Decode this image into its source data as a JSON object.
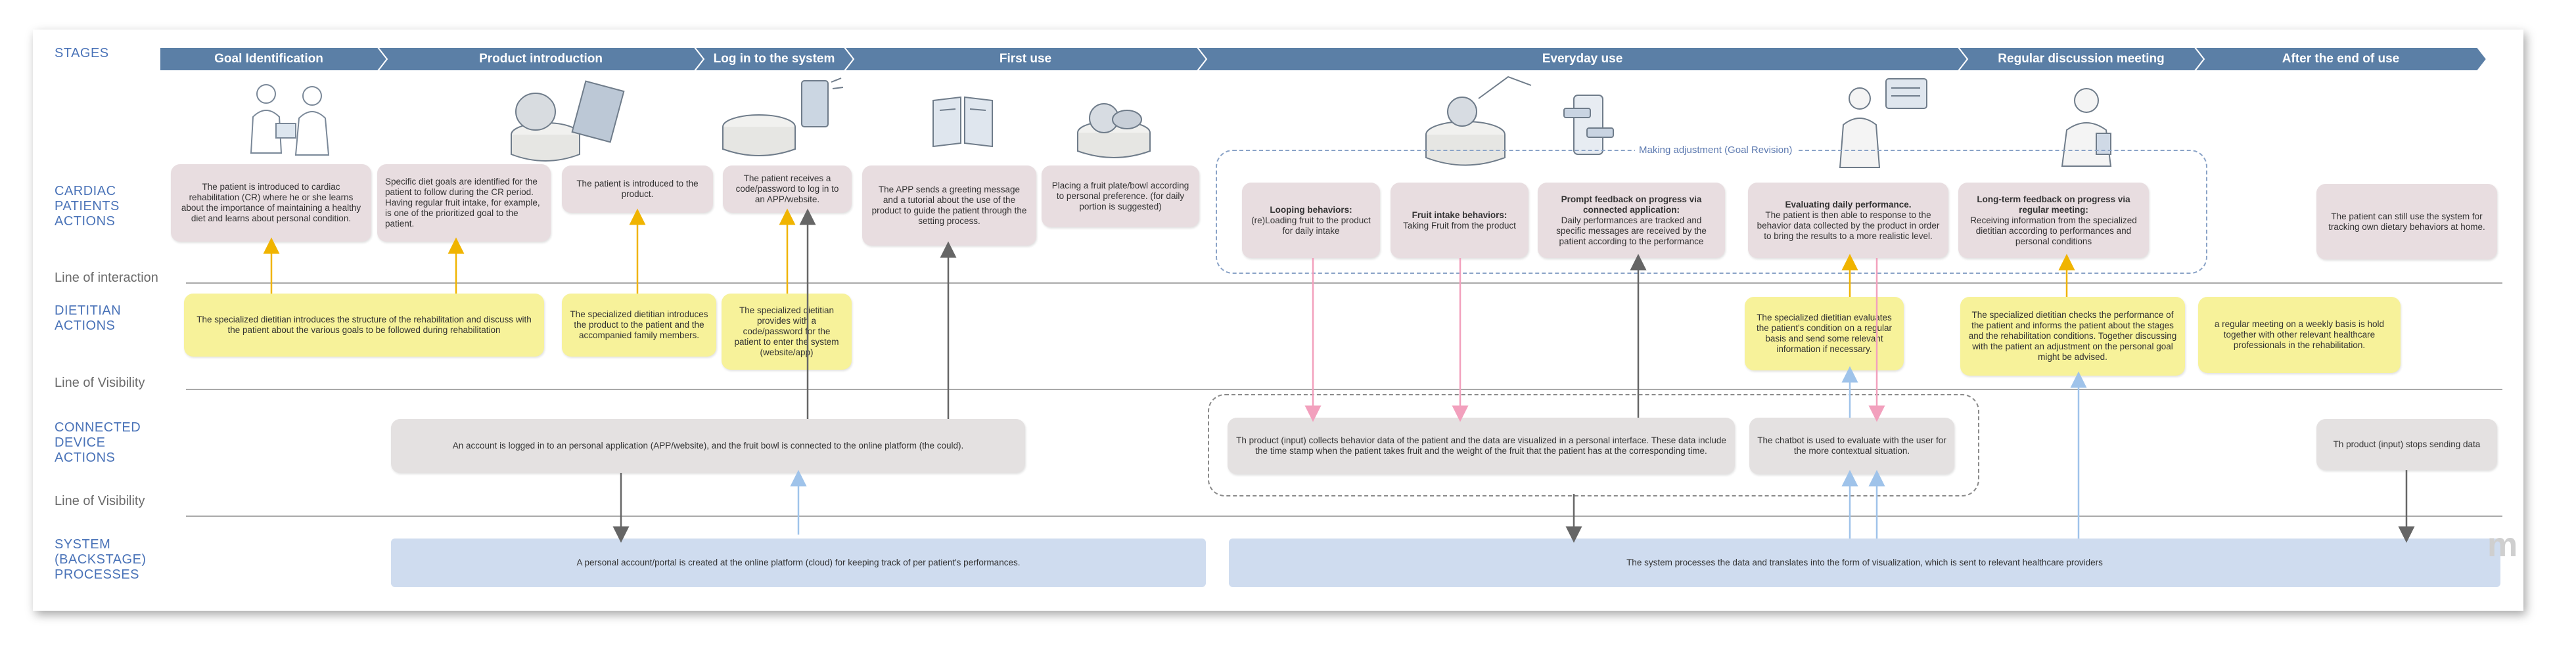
{
  "row_labels": {
    "stages": "STAGES",
    "cardiac": [
      "CARDIAC",
      "PATIENTS",
      "ACTIONS"
    ],
    "dietitian": [
      "DIETITIAN",
      "ACTIONS"
    ],
    "device": [
      "CONNECTED",
      "DEVICE",
      "ACTIONS"
    ],
    "system": [
      "SYSTEM",
      "(BACKSTAGE)",
      "PROCESSES"
    ]
  },
  "lines": {
    "interaction": "Line of interaction",
    "visibility1": "Line of Visibility",
    "visibility2": "Line of Visibility"
  },
  "stages": [
    "Goal Identification",
    "Product introduction",
    "Log in to the system",
    "First use",
    "Everyday use",
    "Regular discussion meeting",
    "After the end of use"
  ],
  "patient": {
    "p1": "The patient is introduced to cardiac rehabilitation (CR) where he or she learns about the importance of maintaining a healthy diet and learns about personal condition.",
    "p2": "Specific diet goals are identified for the patient to follow during the CR period. Having regular fruit intake, for example, is one of the prioritized goal to the patient.",
    "p3": "The patient is introduced to the product.",
    "p4": "The patient receives a code/password to log in to an APP/website.",
    "p5": "The APP sends a greeting message and a tutorial about the use of the product to guide the patient through the setting process.",
    "p6": "Placing a fruit plate/bowl according to personal preference. (for daily portion is suggested)",
    "looping_title": "Looping behaviors:",
    "looping_body": "(re)Loading fruit to the product for daily intake",
    "fruit_title": "Fruit intake behaviors:",
    "fruit_body": "Taking Fruit from the product",
    "prompt_title": "Prompt feedback on progress via connected application:",
    "prompt_body": "Daily performances are tracked and specific messages are received by the patient according to the performance",
    "eval_title": "Evaluating daily performance.",
    "eval_body": "The patient is then able to response to the behavior data collected by the product in order to bring the results to a more realistic level.",
    "long_title": "Long-term feedback on progress via regular meeting:",
    "long_body": "Receiving information from the specialized dietitian according to performances and personal conditions",
    "after": "The patient can still use the system for tracking own dietary behaviors at home.",
    "adjustment": "Making adjustment (Goal Revision)"
  },
  "dietitian": {
    "d1": "The specialized dietitian introduces the structure of the rehabilitation and discuss with the patient about the various goals to be followed during rehabilitation",
    "d2": "The specialized dietitian introduces the product to the patient and the accompanied family members.",
    "d3": "The specialized dietitian provides with a code/password for the patient to enter the system (website/app)",
    "d4": "The specialized dietitian evaluates the patient's condition on a regular basis and send some relevant information if necessary.",
    "d5": "The specialized dietitian checks the performance of the patient and informs the patient about the stages and the rehabilitation conditions. Together discussing with the patient an adjustment on the personal goal might be advised.",
    "d6": "a regular meeting on a weekly basis is hold together with other relevant healthcare professionals in the rehabilitation."
  },
  "device": {
    "c1": "An account is logged in to an personal application (APP/website), and the fruit bowl  is connected to the online platform (the could).",
    "c2": "Th product  (input) collects behavior data of the patient and the data are visualized in a personal interface. These data include the time stamp when the patient takes fruit and the weight of the fruit that the patient has at the corresponding time.",
    "c3": "The chatbot is used to evaluate with the user for the more contextual situation.",
    "c4": "Th product  (input) stops sending data"
  },
  "system": {
    "s1": "A personal account/portal is created at the online platform (cloud) for keeping track of per patient's performances.",
    "s2": "The system processes the data and translates into the form of visualization, which is sent to relevant healthcare providers"
  },
  "colors": {
    "stage_bar": "#5b7fa6",
    "label_blue": "#4a73b8",
    "yellow_arrow": "#f0b400",
    "pink_arrow": "#f2a0bd",
    "blue_arrow": "#9fc3ea",
    "grey_arrow": "#666666"
  },
  "watermark": "m"
}
